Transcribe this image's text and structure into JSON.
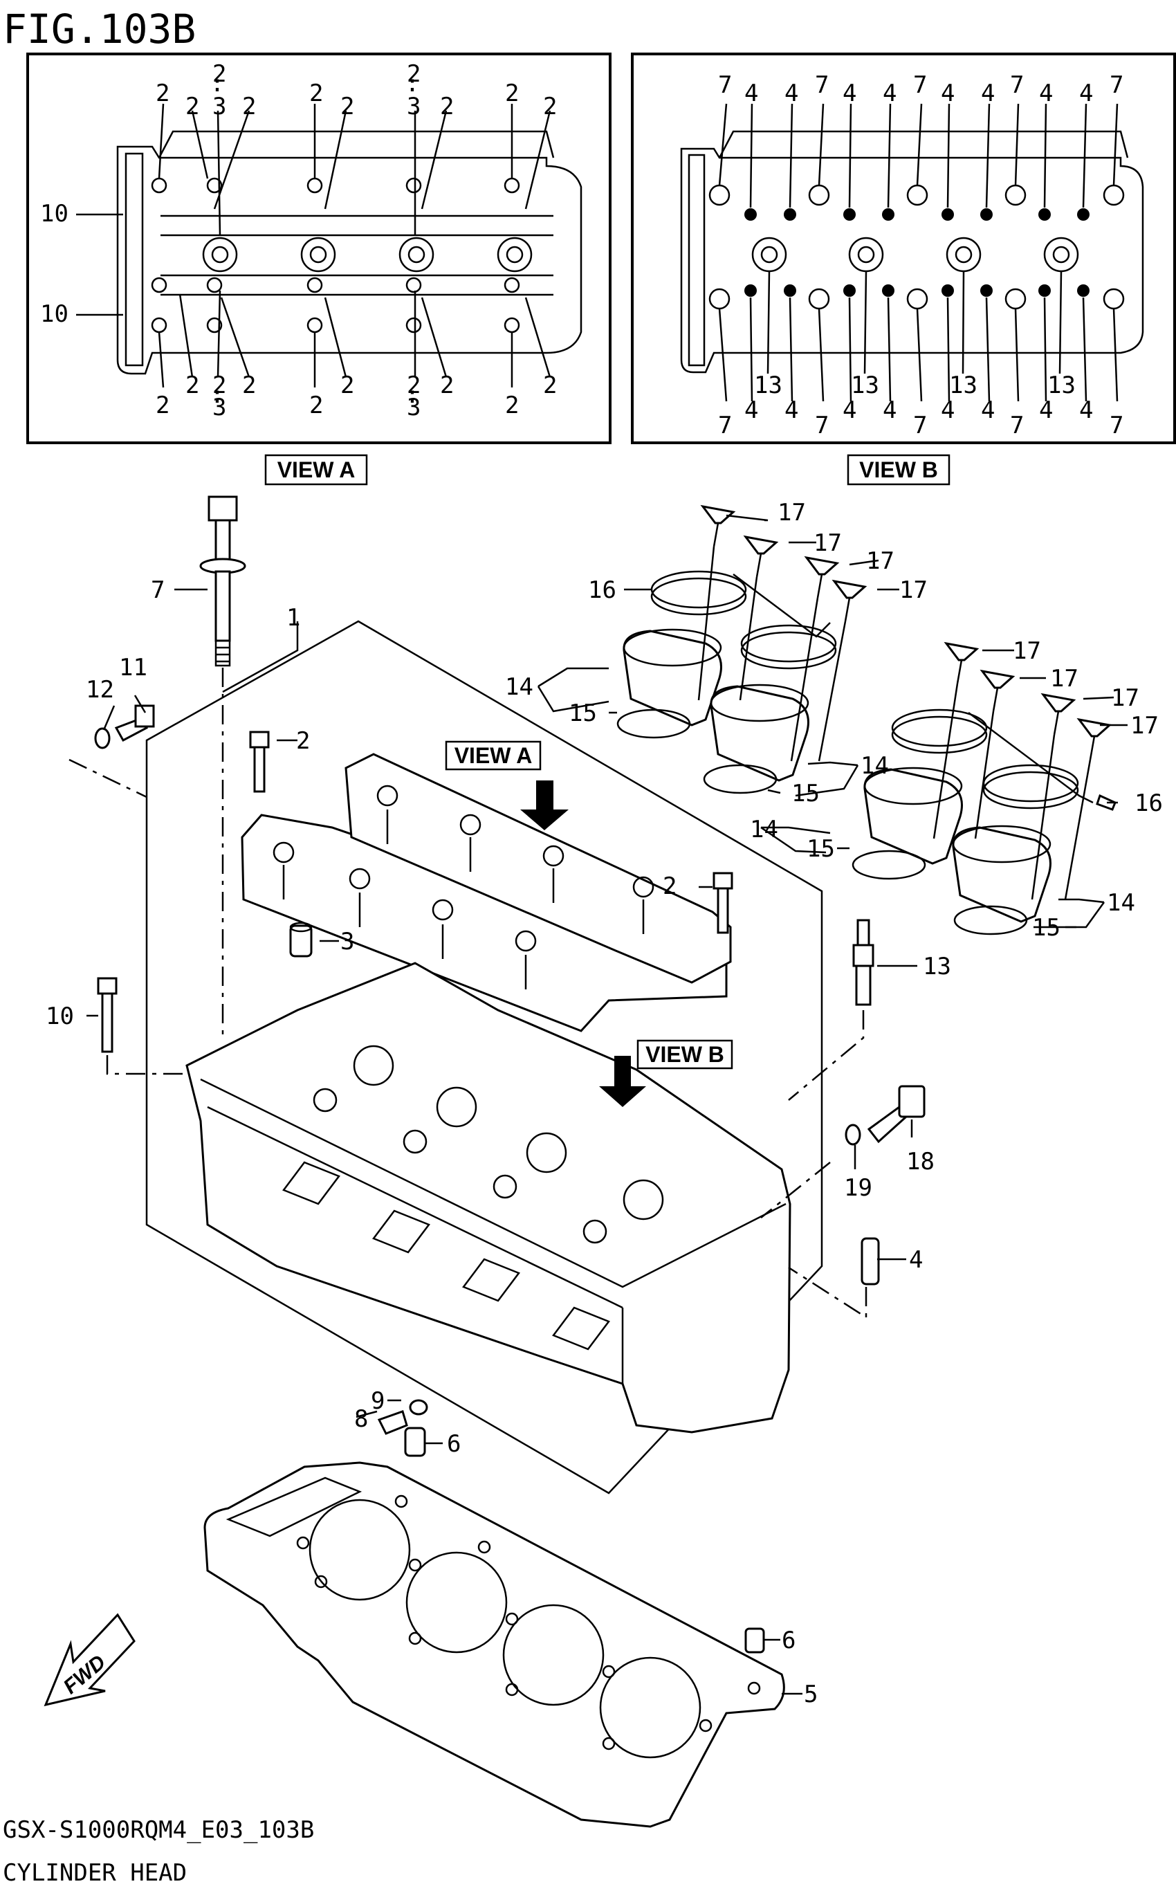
{
  "header": {
    "figure_title": "FIG.103B"
  },
  "footer": {
    "model_code": "GSX-S1000RQM4_E03_103B",
    "page_name": "CYLINDER HEAD"
  },
  "views": {
    "view_a_label": "VIEW A",
    "view_b_label": "VIEW B"
  },
  "fwd_label": "FWD",
  "view_a": {
    "top_labels": [
      "2",
      "2",
      "2",
      "3",
      "2",
      "2",
      "2",
      "2",
      "3",
      "2",
      "2",
      "2"
    ],
    "bottom_labels": [
      "2",
      "2",
      "2",
      "3",
      "2",
      "2",
      "2",
      "2",
      "3",
      "2",
      "2",
      "2"
    ],
    "left_labels": [
      "10",
      "10"
    ]
  },
  "view_b": {
    "top_labels": [
      "7",
      "4",
      "4",
      "7",
      "4",
      "4",
      "7",
      "4",
      "4",
      "7",
      "4",
      "4",
      "7"
    ],
    "bottom_labels": [
      "7",
      "4",
      "4",
      "7",
      "4",
      "4",
      "7",
      "4",
      "4",
      "7",
      "4",
      "4",
      "7"
    ],
    "mid_labels": [
      "13",
      "13",
      "13",
      "13"
    ]
  },
  "callouts": {
    "p1": "1",
    "p2a": "2",
    "p2b": "2",
    "p3": "3",
    "p4": "4",
    "p5": "5",
    "p6a": "6",
    "p6b": "6",
    "p7": "7",
    "p8": "8",
    "p9": "9",
    "p10": "10",
    "p11": "11",
    "p12": "12",
    "p13": "13",
    "p14a": "14",
    "p14b": "14",
    "p14c": "14",
    "p14d": "14",
    "p15a": "15",
    "p15b": "15",
    "p15c": "15",
    "p15d": "15",
    "p16a": "16",
    "p16b": "16",
    "p17a": "17",
    "p17b": "17",
    "p17c": "17",
    "p17d": "17",
    "p17e": "17",
    "p17f": "17",
    "p17g": "17",
    "p17h": "17",
    "p18": "18",
    "p19": "19"
  }
}
